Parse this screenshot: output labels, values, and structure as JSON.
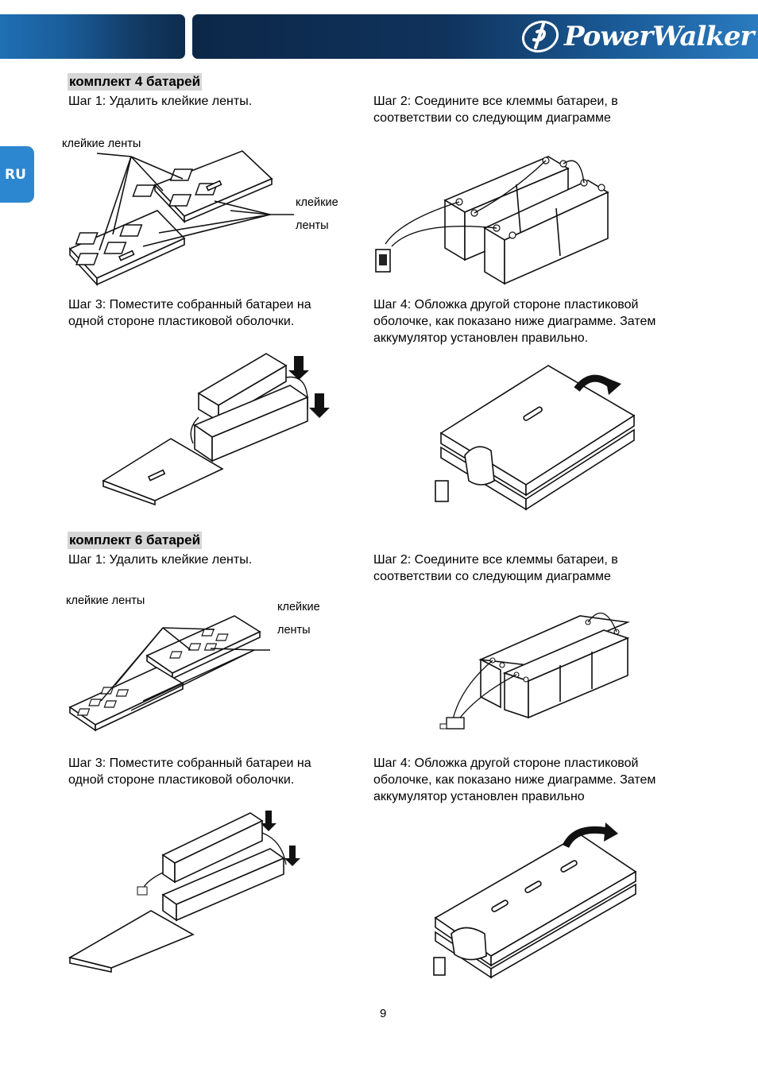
{
  "brand": {
    "name": "PowerWalker",
    "colors": {
      "header_dark": "#0e2c4d",
      "header_light": "#1f6fb4",
      "tab": "#2c87d0"
    }
  },
  "language_tab": "RU",
  "kit4": {
    "title": "комплект 4 батарей",
    "step1": "Шаг 1: Удалить клейкие ленты.",
    "step2_line1": "Шаг 2: Соедините все клеммы батареи, в",
    "step2_line2": "соответствии со следующим диаграмме",
    "step3_line1": "Шаг 3: Поместите собранный батареи на",
    "step3_line2": "одной стороне пластиковой оболочки.",
    "step4_line1": "Шаг 4: Обложка другой стороне пластиковой",
    "step4_line2": "оболочке, как показано ниже диаграмме. Затем",
    "step4_line3": "аккумулятор установлен правильно.",
    "label_tapes": "клейкие ленты",
    "label_tapes_a": "клейкие",
    "label_tapes_b": "ленты"
  },
  "kit6": {
    "title": "комплект 6 батарей",
    "step1": "Шаг 1: Удалить клейкие ленты.",
    "step2_line1": "Шаг 2: Соедините все клеммы батареи, в",
    "step2_line2": "соответствии со следующим диаграмме",
    "step3_line1": "Шаг 3: Поместите собранный батареи на",
    "step3_line2": "одной стороне пластиковой оболочки.",
    "step4_line1": "Шаг 4: Обложка другой стороне пластиковой",
    "step4_line2": "оболочке, как показано ниже диаграмме. Затем",
    "step4_line3": "аккумулятор установлен правильно",
    "label_tapes": "клейкие ленты",
    "label_tapes_a": "клейкие",
    "label_tapes_b": "ленты"
  },
  "page_number": "9"
}
